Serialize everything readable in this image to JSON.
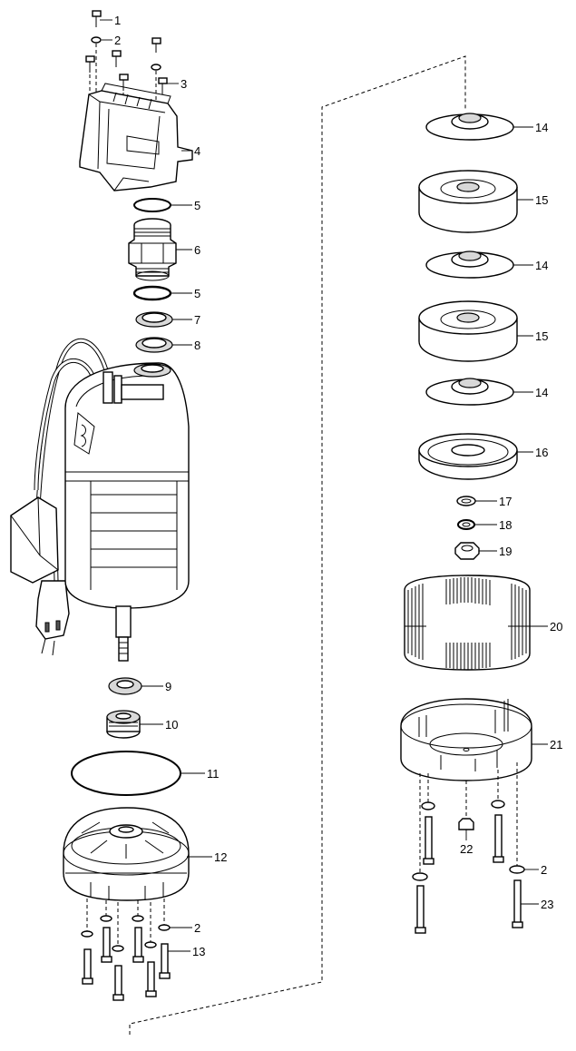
{
  "diagram": {
    "callouts": [
      "1",
      "2",
      "3",
      "4",
      "5",
      "6",
      "5",
      "7",
      "8",
      "9",
      "10",
      "11",
      "12",
      "2",
      "13",
      "14",
      "15",
      "14",
      "15",
      "14",
      "16",
      "17",
      "18",
      "19",
      "20",
      "21",
      "22",
      "2",
      "23"
    ]
  }
}
